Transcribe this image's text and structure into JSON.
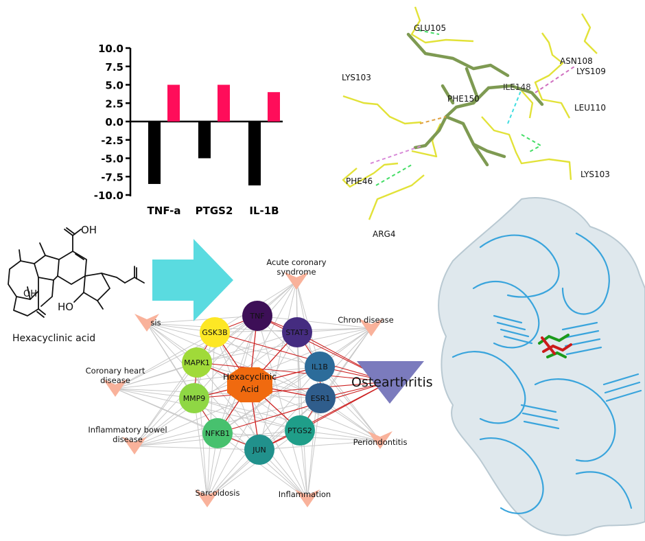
{
  "chart_data": {
    "type": "bar",
    "categories": [
      "TNF-a",
      "PTGS2",
      "IL-1B"
    ],
    "series": [
      {
        "values": [
          -8.5,
          -5.0,
          -8.7
        ],
        "color": "#000000"
      },
      {
        "values": [
          5.0,
          5.0,
          4.0
        ],
        "color": "#ff0d5a"
      }
    ],
    "yticks": [
      "10.0",
      "7.5",
      "5.0",
      "2.5",
      "0.0",
      "-2.5",
      "-5.0",
      "-7.5",
      "-10.0"
    ],
    "ylim": [
      -10,
      10
    ],
    "grid": false
  },
  "molecule": {
    "label": "Hexacyclinic acid",
    "oh_top": "OH",
    "ho_label": "HO",
    "oh_bottom": "OH"
  },
  "network": {
    "center": "Hexacyclinic\nAcid",
    "highlight_target": "Ostearthritis",
    "genes": [
      {
        "id": "TNF",
        "color": "#3d0f57"
      },
      {
        "id": "STAT3",
        "color": "#452c80"
      },
      {
        "id": "GSK3B",
        "color": "#fde725"
      },
      {
        "id": "MAPK1",
        "color": "#a0da39"
      },
      {
        "id": "IL1B",
        "color": "#2c6c9a"
      },
      {
        "id": "MMP9",
        "color": "#8fd744"
      },
      {
        "id": "ESR1",
        "color": "#2f5d8c"
      },
      {
        "id": "NFKB1",
        "color": "#47c16e"
      },
      {
        "id": "PTGS2",
        "color": "#1f9e89"
      },
      {
        "id": "JUN",
        "color": "#21918c"
      }
    ],
    "diseases": [
      {
        "label": "Acute coronary\nsyndrome"
      },
      {
        "label": "Chron disease"
      },
      {
        "label": "Coronary heart\ndisease"
      },
      {
        "label": "Inflammatory bowel\ndisease"
      },
      {
        "label": "Periondontitis"
      },
      {
        "label": "Sarcoidosis"
      },
      {
        "label": "Inflammation"
      },
      {
        "label": "sis"
      }
    ],
    "colors": {
      "center": "#f06a0f",
      "disease": "#f9b29b",
      "target": "#7b7bbd",
      "arrow": "#5adbe0",
      "edge_red": "#cc1f1f",
      "edge_grey": "#c8c8c8"
    }
  },
  "docking": {
    "residues": [
      "GLU105",
      "LYS103",
      "ASN108",
      "LYS109",
      "LEU110",
      "PHE150",
      "PHE46",
      "LYS103",
      "ARG4",
      "ILE148"
    ],
    "colors": {
      "stick": "#e2e238",
      "ligand": "#7e9a52"
    }
  },
  "protein": {
    "colors": {
      "surface": "#d9e4ea",
      "ribbon": "#39a4dc",
      "ligand_a": "#1b9a1b",
      "ligand_b": "#cc1a1a"
    }
  }
}
